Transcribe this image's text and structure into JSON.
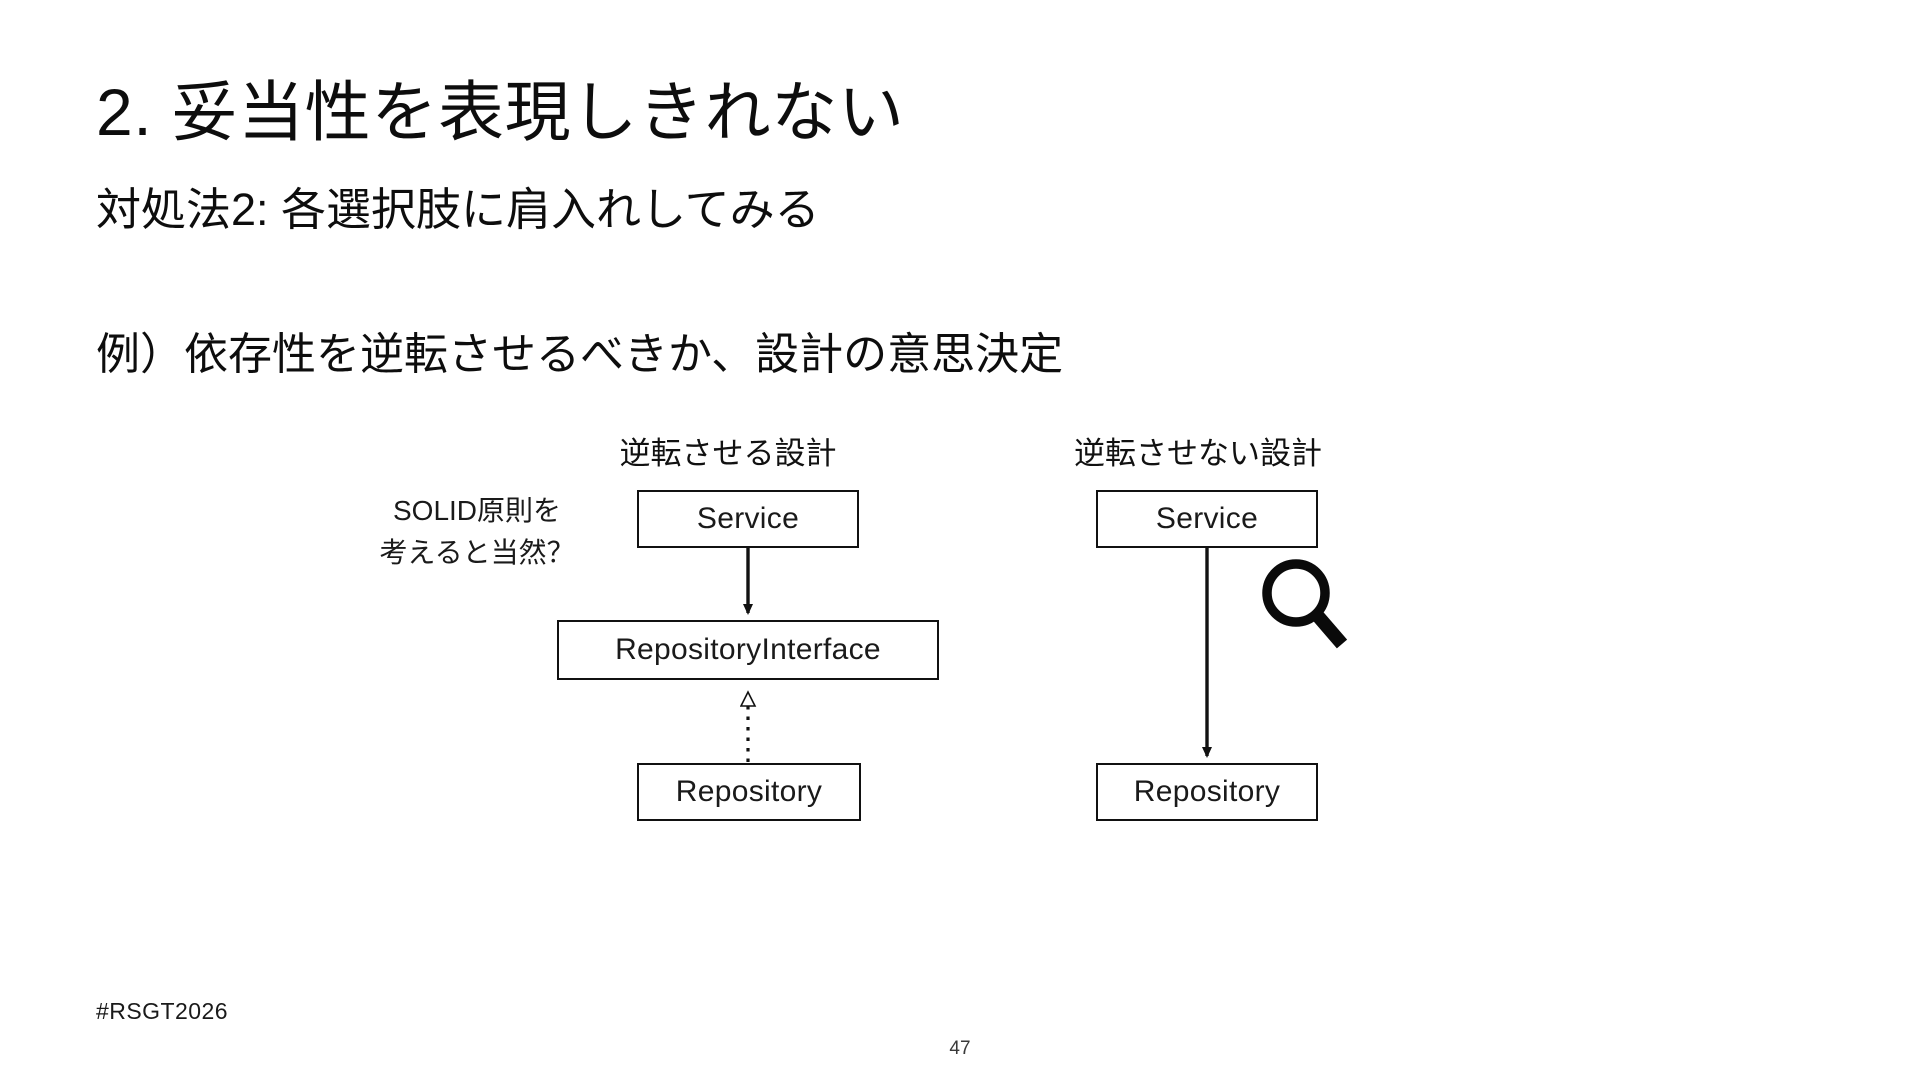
{
  "slide": {
    "title": "2. 妥当性を表現しきれない",
    "subtitle": "対処法2: 各選択肢に肩入れしてみる",
    "body": "例）依存性を逆転させるべきか、設計の意思決定"
  },
  "diagram": {
    "annotation": {
      "line1": "SOLID原則を",
      "line2": "考えると当然？"
    },
    "columns": [
      {
        "header": "逆転させる設計",
        "boxes": [
          {
            "label": "Service"
          },
          {
            "label": "RepositoryInterface"
          },
          {
            "label": "Repository"
          }
        ],
        "connectors": [
          {
            "from": "Service",
            "to": "RepositoryInterface",
            "style": "solid",
            "arrowhead": "filled"
          },
          {
            "from": "Repository",
            "to": "RepositoryInterface",
            "style": "dotted",
            "arrowhead": "hollow-triangle"
          }
        ]
      },
      {
        "header": "逆転させない設計",
        "boxes": [
          {
            "label": "Service"
          },
          {
            "label": "Repository"
          }
        ],
        "connectors": [
          {
            "from": "Service",
            "to": "Repository",
            "style": "solid",
            "arrowhead": "filled"
          }
        ]
      }
    ],
    "icons": [
      {
        "name": "magnifier-icon"
      }
    ]
  },
  "footer": {
    "hashtag": "#RSGT2026",
    "page_number": "47"
  },
  "colors": {
    "background": "#ffffff",
    "ink": "#111111",
    "page_number": "#3a3a3a"
  }
}
